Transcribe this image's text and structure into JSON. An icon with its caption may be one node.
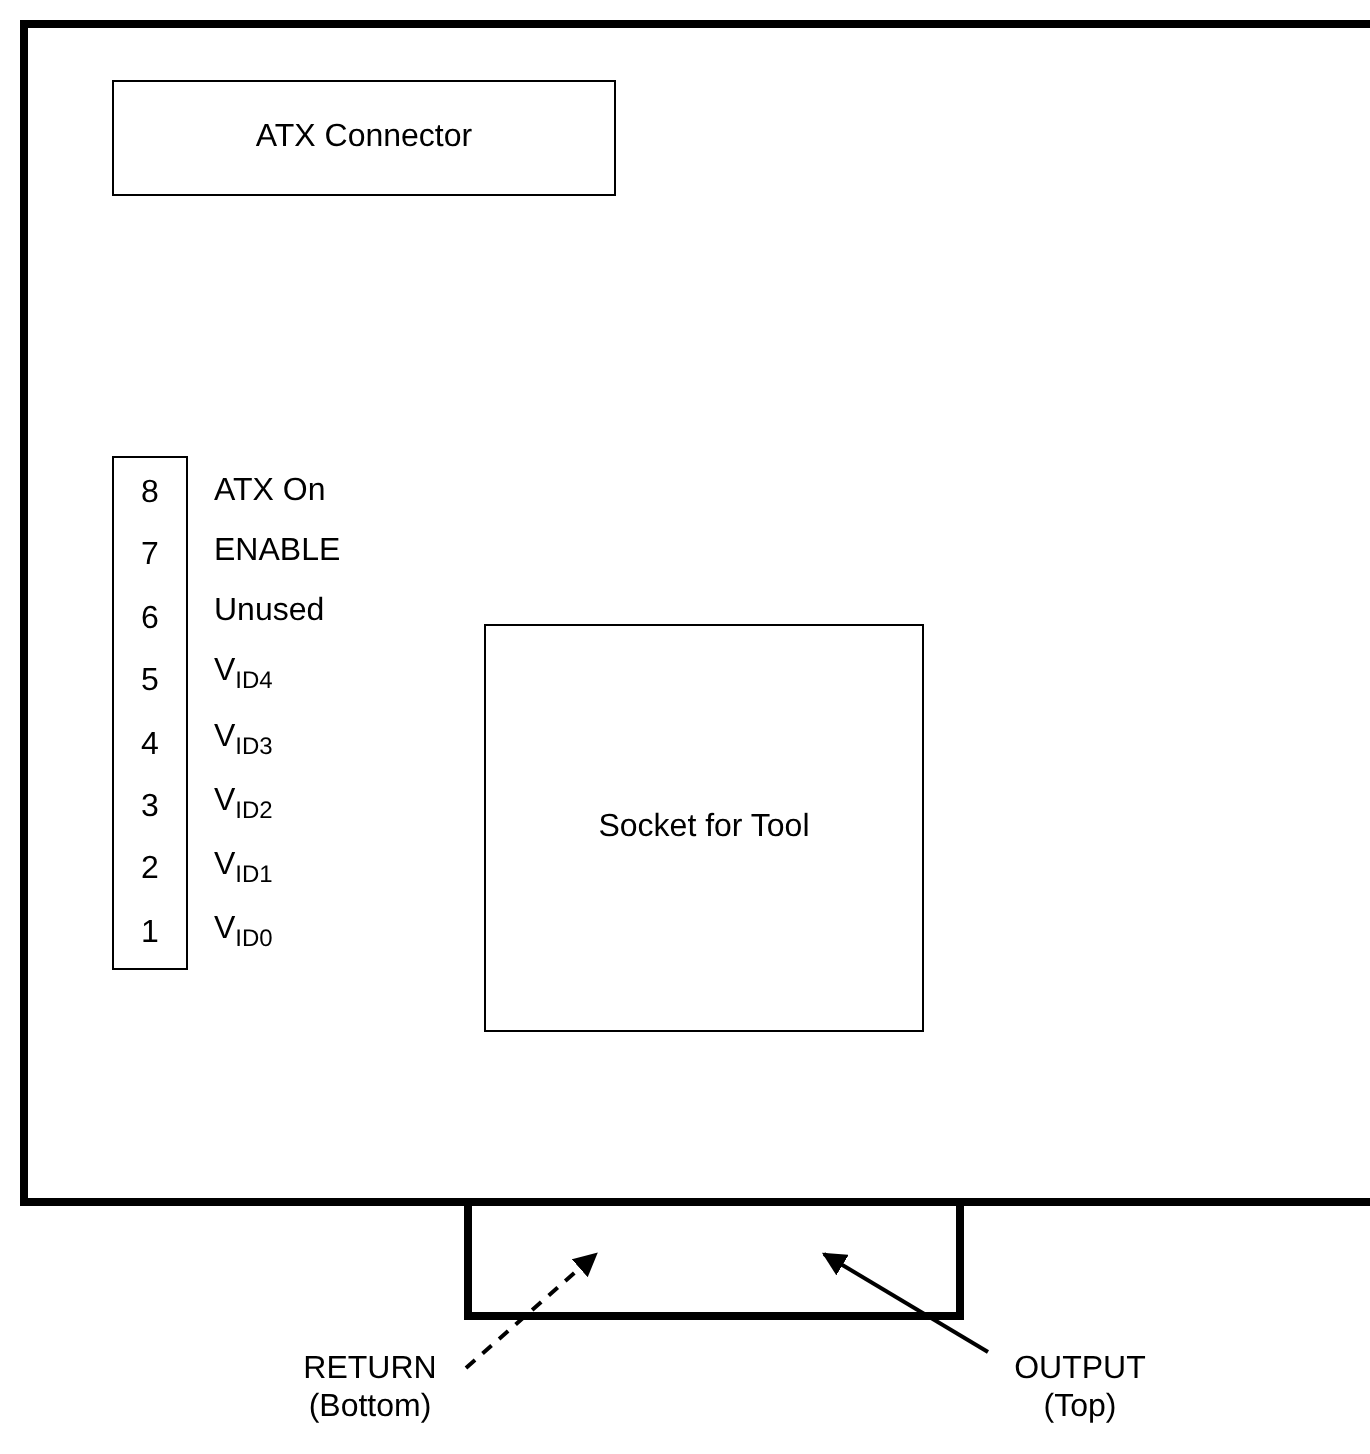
{
  "diagram": {
    "nodes": [
      {
        "text": [],
        "shape": "box"
      },
      {
        "text": [
          "ATX Connector"
        ],
        "in": 0
      },
      {
        "text": [
          "8",
          "7",
          "6",
          "5",
          "4",
          "3",
          "2",
          "1"
        ],
        "in": 0,
        "beside": [
          "ATX On",
          "ENABLE",
          "Unused",
          "V$_{ID4}$",
          "V$_{ID3}$",
          "V$_{ID2}$",
          "V$_{ID1}$",
          "V$_{ID0}$"
        ]
      },
      {
        "text": [
          "Socket for Tool"
        ],
        "in": 0
      },
      {
        "text": [],
        "shape": "box"
      },
      {
        "text": [
          "RETURN",
          "(Bottom)"
        ]
      },
      {
        "text": [
          "OUTPUT",
          "(Top)"
        ]
      }
    ],
    "edges": [
      {
        "from": 5,
        "to": 4,
        "arrow": "to",
        "style": "dashed"
      },
      {
        "from": 6,
        "to": 4,
        "arrow": "to"
      }
    ]
  }
}
